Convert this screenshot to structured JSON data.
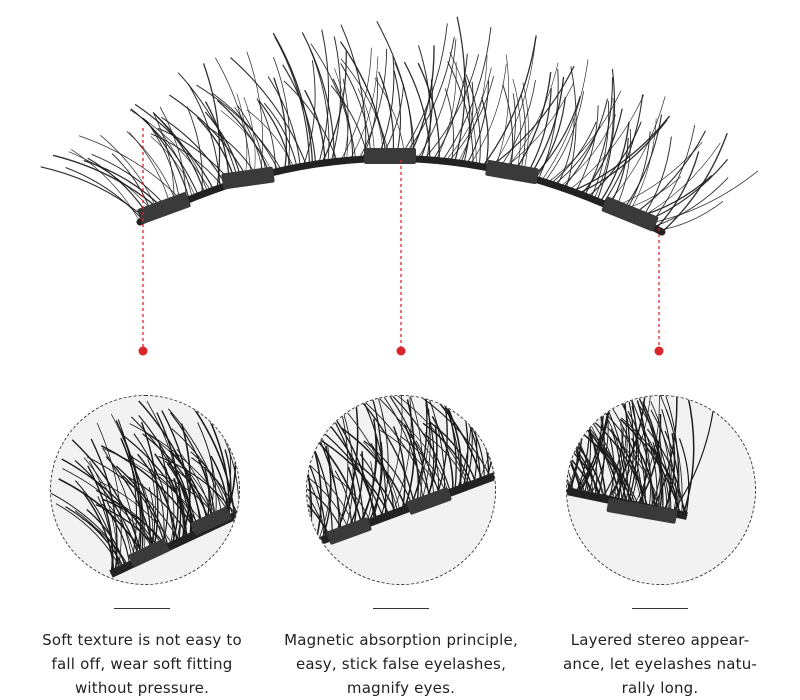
{
  "features": [
    {
      "lines": [
        "Soft texture is not easy to",
        "fall off, wear soft fitting",
        "without pressure."
      ]
    },
    {
      "lines": [
        "Magnetic absorption principle,",
        "easy, stick false eyelashes,",
        "magnify eyes."
      ]
    },
    {
      "lines": [
        "Layered stereo appear-",
        "ance, let eyelashes natu-",
        "rally long."
      ]
    }
  ],
  "colors": {
    "accent": "#d8262a",
    "lash": "#1a1a1a",
    "magnet": "#3a3a3a",
    "background": "#ffffff"
  }
}
